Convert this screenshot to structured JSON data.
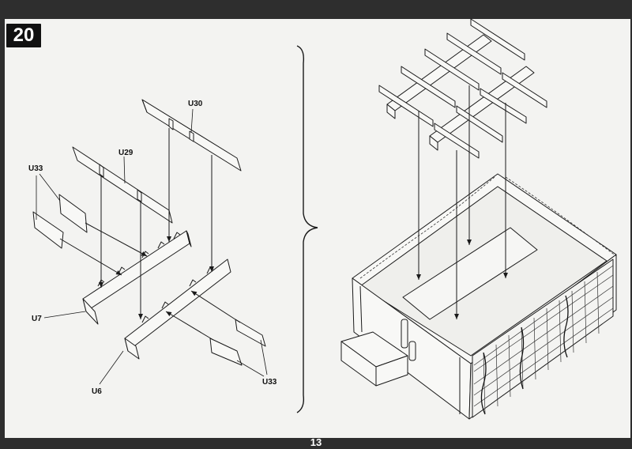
{
  "step": {
    "number": "20"
  },
  "page": {
    "number": "13"
  },
  "left_assembly": {
    "labels": {
      "u30": "U30",
      "u29": "U29",
      "u33_left": "U33",
      "u7": "U7",
      "u6": "U6",
      "u33_right": "U33"
    }
  },
  "colors": {
    "ink": "#1a1a1a",
    "paper": "#f3f3f1",
    "frame": "#2e2e2e"
  },
  "icons": {
    "divider": "curly-brace"
  }
}
